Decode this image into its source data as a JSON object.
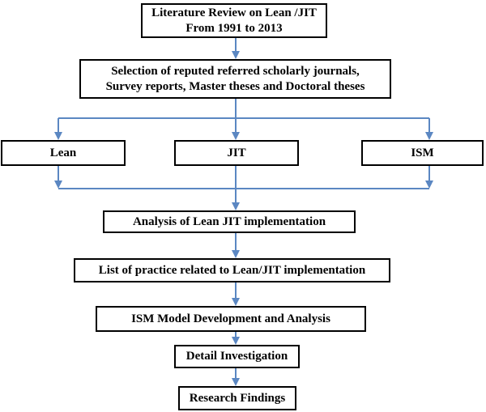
{
  "accent_color": "#5b87c2",
  "boxes": {
    "literature_review": {
      "line1": "Literature Review on Lean /JIT",
      "line2": "From 1991 to 2013"
    },
    "selection": {
      "line1": "Selection of reputed referred scholarly journals,",
      "line2": "Survey reports, Master theses and Doctoral theses"
    },
    "lean": "Lean",
    "jit": "JIT",
    "ism": "ISM",
    "analysis": "Analysis of Lean JIT implementation",
    "practice_list": "List of practice related to Lean/JIT implementation",
    "ism_model": "ISM Model Development and Analysis",
    "detail_investigation": "Detail Investigation",
    "research_findings": "Research Findings"
  }
}
